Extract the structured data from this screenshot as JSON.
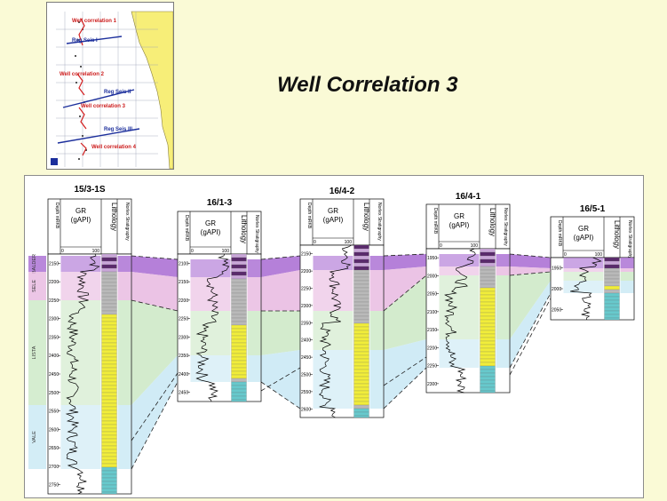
{
  "title": "Well Correlation 3",
  "map": {
    "labels": [
      "Well correlation 1",
      "Reg Seis I",
      "Well correlation 2",
      "Reg Seis II",
      "Well correlation 3",
      "Reg Seis III",
      "Well correlation 4"
    ],
    "colors": {
      "land": "#f7ee78",
      "sea": "#ffffff",
      "grid": "#9aa0b4",
      "line_red": "#d42020",
      "line_blue": "#1c2f9c"
    }
  },
  "headers": {
    "depth": "Depth mRKB",
    "gr": "GR",
    "gr_unit": "(gAPI)",
    "gr_min": "0",
    "gr_max": "100",
    "lithology": "Lithology",
    "strat": "Norlex Stratigraphy"
  },
  "formations": {
    "balder": "BALDER",
    "sele": "SELE",
    "lista": "LISTA",
    "vale": "VALE"
  },
  "wells": [
    {
      "name": "15/3-1S",
      "depths": [
        "2150",
        "2200",
        "2250",
        "2300",
        "2350",
        "2400",
        "2450",
        "2500",
        "2550",
        "2600",
        "2650",
        "2700",
        "2750"
      ]
    },
    {
      "name": "16/1-3",
      "depths": [
        "2100",
        "2150",
        "2200",
        "2250",
        "2300",
        "2350",
        "2400",
        "2450"
      ]
    },
    {
      "name": "16/4-2",
      "depths": [
        "2150",
        "2200",
        "2250",
        "2300",
        "2350",
        "2400",
        "2450",
        "2500",
        "2550",
        "2600"
      ]
    },
    {
      "name": "16/4-1",
      "depths": [
        "1950",
        "2000",
        "2050",
        "2100",
        "2150",
        "2200",
        "2250",
        "2300"
      ]
    },
    {
      "name": "16/5-1",
      "depths": [
        "1950",
        "2000",
        "2050"
      ]
    }
  ],
  "colors": {
    "balder": "#a86ad2",
    "sele": "#e7b8e0",
    "lista": "#cbe8c4",
    "vale": "#c8e8f4",
    "gr_fill": "#d8d8d8",
    "sand": "#f1ed3a",
    "clay": "#b9b9b9",
    "carbonate": "#67c9cc"
  }
}
